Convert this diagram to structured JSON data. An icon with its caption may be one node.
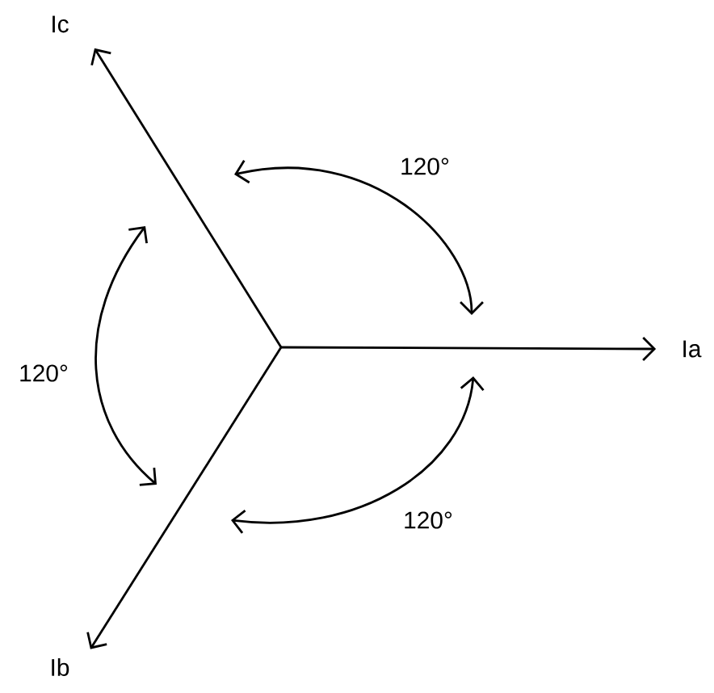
{
  "diagram": {
    "nodes": [
      {
        "text": [
          "Ic"
        ]
      },
      {
        "text": [
          "Ia"
        ]
      },
      {
        "text": [
          "Ib"
        ]
      }
    ],
    "edges": [
      {
        "from": null,
        "to": 0,
        "arrow": "to"
      },
      {
        "from": null,
        "to": 1,
        "arrow": "to"
      },
      {
        "from": null,
        "to": 2,
        "arrow": "to"
      }
    ],
    "labels": [
      "120°",
      "120°",
      "120°"
    ]
  }
}
